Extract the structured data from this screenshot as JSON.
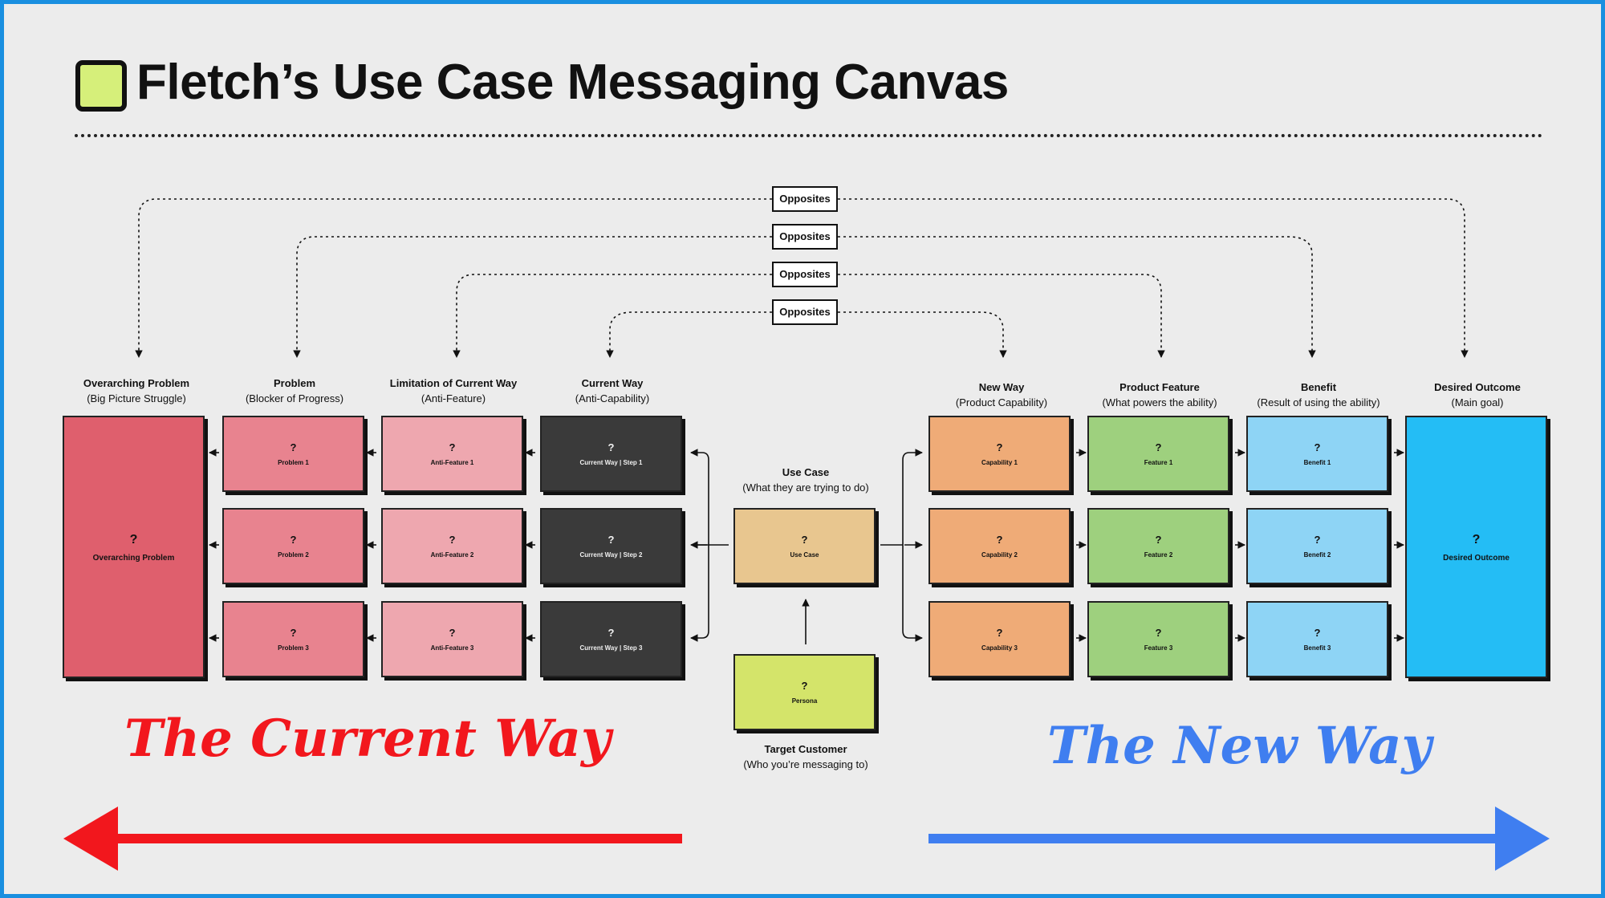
{
  "title": "Fletch’s Use Case Messaging Canvas",
  "header_icon": "green-square-icon",
  "opposites_label": "Opposites",
  "columns": {
    "overarching_problem": {
      "title": "Overarching Problem",
      "subtitle": "(Big Picture Struggle)"
    },
    "problem": {
      "title": "Problem",
      "subtitle": "(Blocker of Progress)"
    },
    "limitation": {
      "title": "Limitation of Current Way",
      "subtitle": "(Anti-Feature)"
    },
    "current_way": {
      "title": "Current Way",
      "subtitle": "(Anti-Capability)"
    },
    "use_case": {
      "title": "Use Case",
      "subtitle": "(What they are trying to do)"
    },
    "new_way": {
      "title": "New Way",
      "subtitle": "(Product Capability)"
    },
    "product_feature": {
      "title": "Product Feature",
      "subtitle": "(What powers the ability)"
    },
    "benefit": {
      "title": "Benefit",
      "subtitle": "(Result of using the ability)"
    },
    "desired_outcome": {
      "title": "Desired Outcome",
      "subtitle": "(Main goal)"
    },
    "target_customer": {
      "title": "Target Customer",
      "subtitle": "(Who you’re messaging to)"
    }
  },
  "boxes": {
    "overarching_problem": {
      "q": "?",
      "label": "Overarching Problem"
    },
    "problems": [
      {
        "q": "?",
        "label": "Problem 1"
      },
      {
        "q": "?",
        "label": "Problem 2"
      },
      {
        "q": "?",
        "label": "Problem 3"
      }
    ],
    "anti_features": [
      {
        "q": "?",
        "label": "Anti-Feature 1"
      },
      {
        "q": "?",
        "label": "Anti-Feature 2"
      },
      {
        "q": "?",
        "label": "Anti-Feature 3"
      }
    ],
    "current_way_steps": [
      {
        "q": "?",
        "label": "Current Way | Step 1"
      },
      {
        "q": "?",
        "label": "Current Way | Step 2"
      },
      {
        "q": "?",
        "label": "Current Way | Step 3"
      }
    ],
    "use_case": {
      "q": "?",
      "label": "Use Case"
    },
    "persona": {
      "q": "?",
      "label": "Persona"
    },
    "capabilities": [
      {
        "q": "?",
        "label": "Capability 1"
      },
      {
        "q": "?",
        "label": "Capability 2"
      },
      {
        "q": "?",
        "label": "Capability 3"
      }
    ],
    "features": [
      {
        "q": "?",
        "label": "Feature 1"
      },
      {
        "q": "?",
        "label": "Feature 2"
      },
      {
        "q": "?",
        "label": "Feature 3"
      }
    ],
    "benefits": [
      {
        "q": "?",
        "label": "Benefit 1"
      },
      {
        "q": "?",
        "label": "Benefit 2"
      },
      {
        "q": "?",
        "label": "Benefit 3"
      }
    ],
    "desired_outcome": {
      "q": "?",
      "label": "Desired Outcome"
    }
  },
  "colors": {
    "overarching_problem": "#df5f6d",
    "problem": "#e8838f",
    "limitation": "#eea7af",
    "current_way": "#3a3a3a",
    "use_case": "#e8c68f",
    "persona": "#d4e46a",
    "capability": "#efab77",
    "feature": "#9ed07e",
    "benefit": "#8ed4f5",
    "desired_outcome": "#24bdf5",
    "current_way_accent": "#f2171d",
    "new_way_accent": "#3f7ef0"
  },
  "current_way_title": "The Current Way",
  "new_way_title": "The New Way"
}
